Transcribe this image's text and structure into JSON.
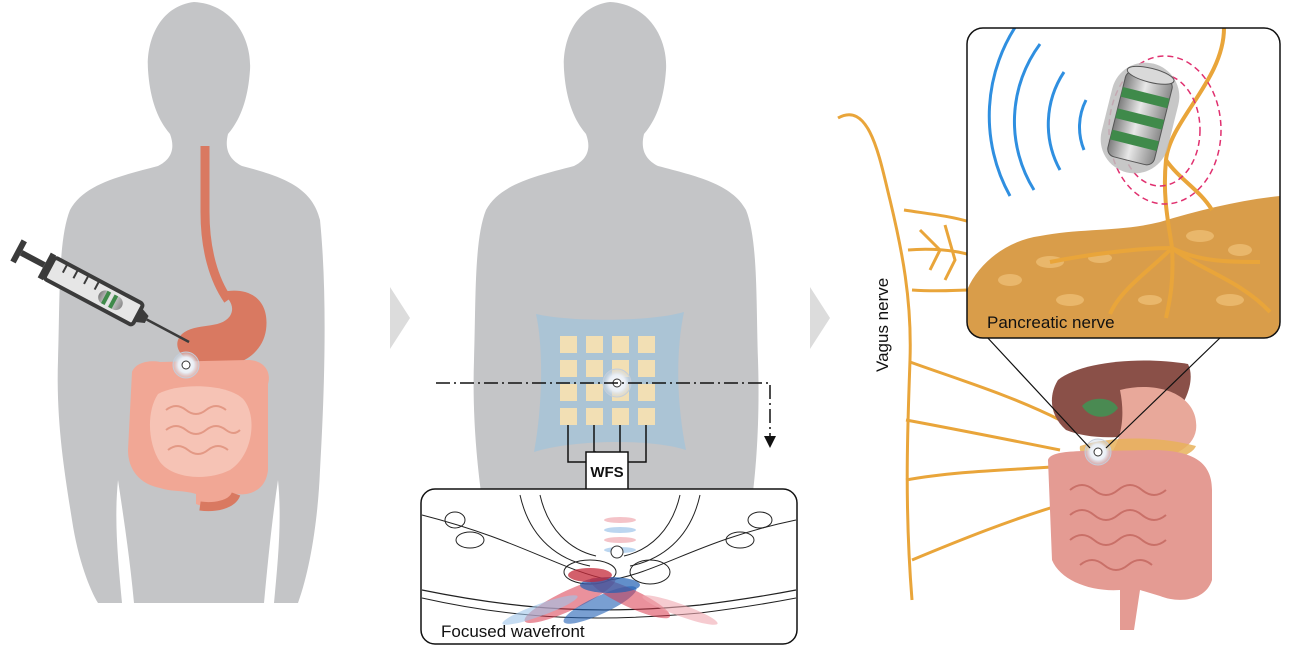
{
  "panels": {
    "panel2": {
      "controller_label": "WFS",
      "inset_label": "Focused wavefront"
    },
    "panel3": {
      "vagus_label": "Vagus nerve",
      "inset_label": "Pancreatic nerve"
    }
  },
  "colors": {
    "body": "#c4c5c7",
    "gi_tract": "#d97961",
    "intestine": "#f1a795",
    "transducer_pad": "#f2dfb4",
    "array_patch": "#a9c3d6",
    "nerve": "#e9a53a",
    "pancreas": "#d99d4a",
    "wave_blue": "#2f8fe0",
    "field_magenta": "#e0306f",
    "implant_band": "#3f8a4a"
  }
}
